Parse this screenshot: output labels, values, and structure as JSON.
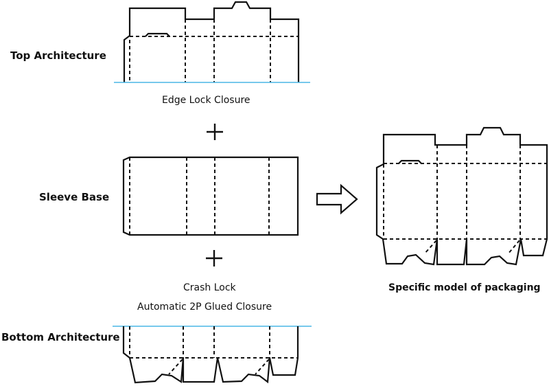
{
  "sections": {
    "top": {
      "label": "Top Architecture",
      "caption": "Edge Lock Closure"
    },
    "sleeve": {
      "label": "Sleeve Base"
    },
    "bottom": {
      "label": "Bottom Architecture",
      "caption_line1": "Crash Lock",
      "caption_line2": "Automatic 2P Glued Closure"
    }
  },
  "result": {
    "caption": "Specific model of packaging"
  },
  "symbols": {
    "plus": "+",
    "arrow": "right-arrow"
  },
  "colors": {
    "ground_line": "#49b6e6",
    "ink": "#111111"
  }
}
